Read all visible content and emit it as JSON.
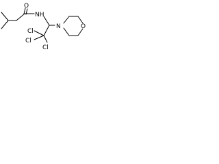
{
  "molecule": {
    "atoms": {
      "o_carbonyl": "O",
      "nh": "NH",
      "cl_1": "Cl",
      "cl_2": "Cl",
      "cl_3": "Cl",
      "n_morpholine": "N",
      "o_morpholine": "O"
    },
    "colors": {
      "bond": "#000000",
      "text": "#000000",
      "background": "#ffffff"
    }
  }
}
